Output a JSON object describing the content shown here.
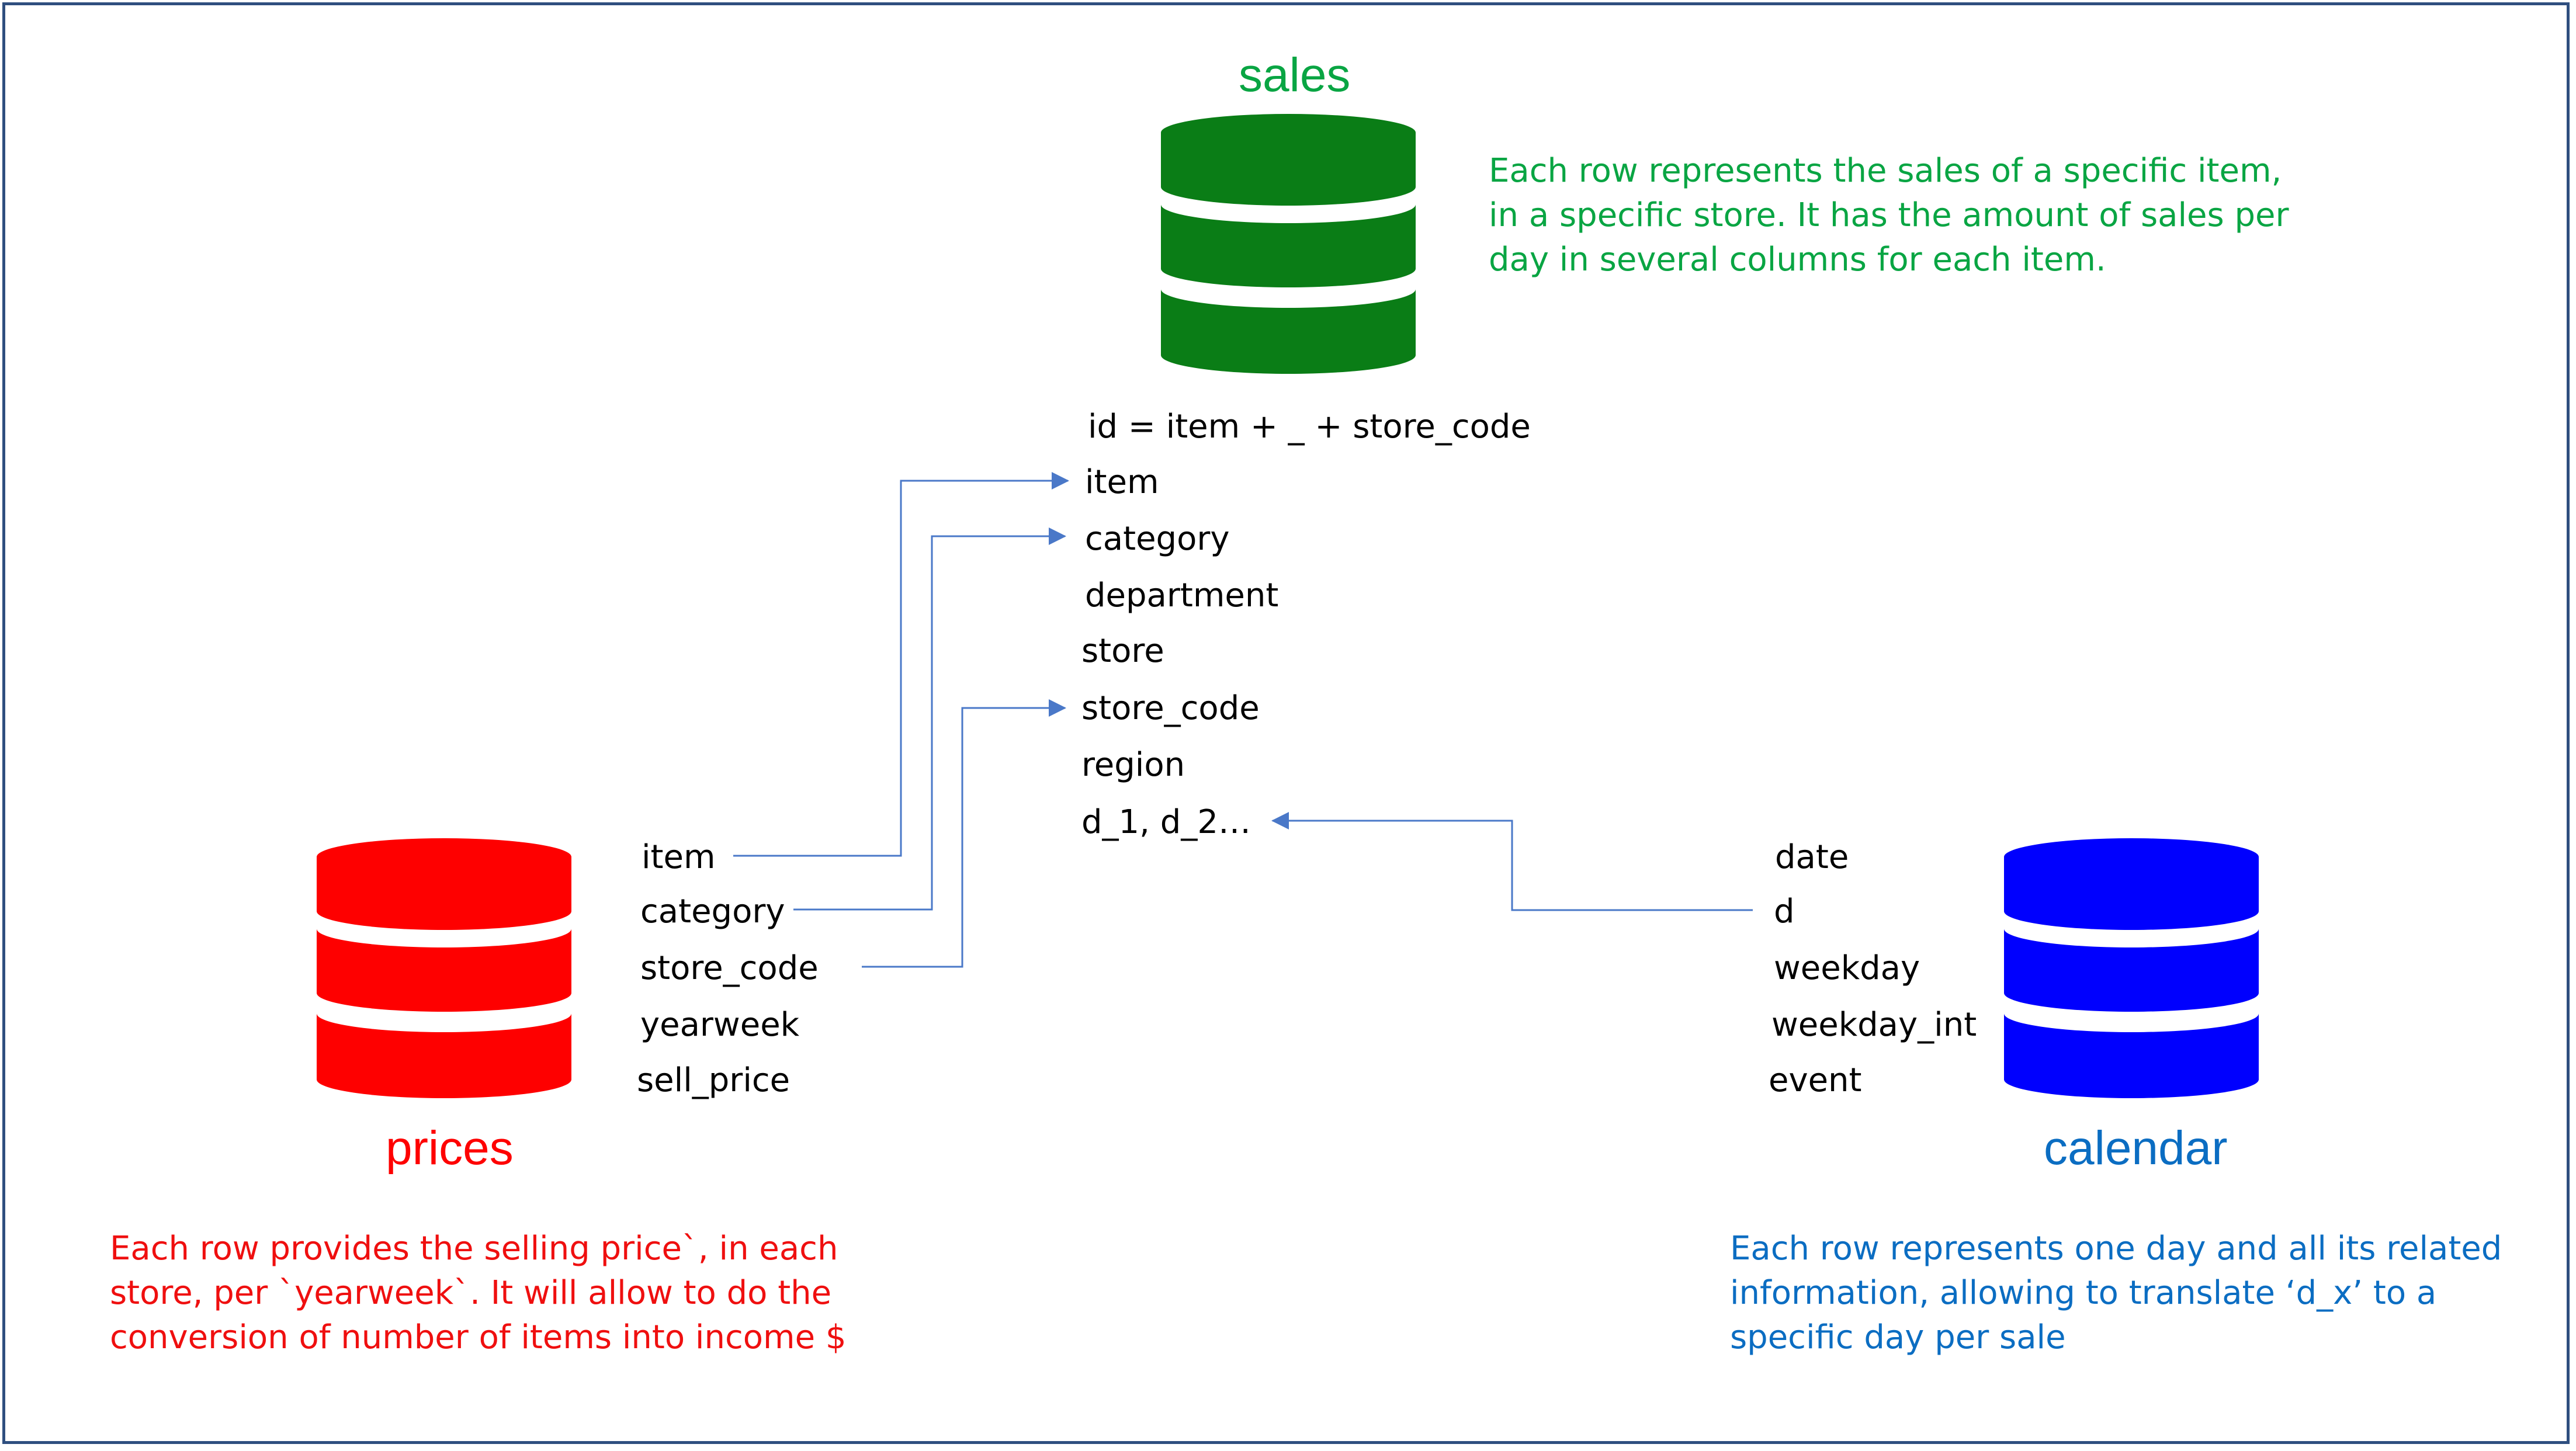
{
  "colors": {
    "sales": "#0a7d16",
    "prices": "#fe0000",
    "calendar": "#0000fe",
    "sales_text": "#09a543",
    "prices_text": "#ef0f0f",
    "calendar_text": "#0b6dc2",
    "arrow": "#4a78c8",
    "border": "#2f4f7f"
  },
  "sales": {
    "title": "sales",
    "icon": "database-icon",
    "description": "Each row represents the sales of a specific item, in a specific store. It has the amount of sales per day in several columns for each item.",
    "fields": [
      "id = item + _ + store_code",
      "item",
      "category",
      "department",
      "store",
      "store_code",
      "region",
      "d_1, d_2…"
    ]
  },
  "prices": {
    "title": "prices",
    "icon": "database-icon",
    "description": "Each row provides the selling price`, in each store, per `yearweek`. It will allow to do the conversion of number of items into income $",
    "fields": [
      "item",
      "category",
      "store_code",
      "yearweek",
      "sell_price"
    ]
  },
  "calendar": {
    "title": "calendar",
    "icon": "database-icon",
    "description": "Each row represents one day and all its related information, allowing to translate ‘d_x’ to a specific day per sale",
    "fields": [
      "date",
      "d",
      "weekday",
      "weekday_int",
      "event"
    ]
  }
}
